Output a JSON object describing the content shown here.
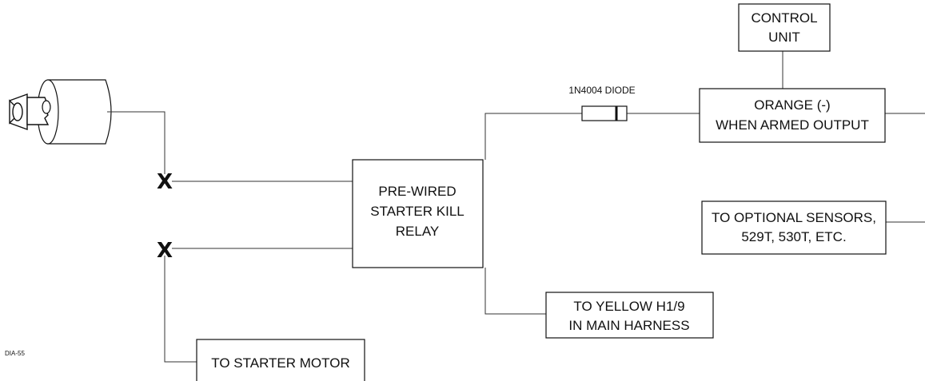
{
  "boxes": {
    "control_unit": [
      "CONTROL",
      "UNIT"
    ],
    "orange_output": [
      "ORANGE (-)",
      "WHEN ARMED OUTPUT"
    ],
    "relay": [
      "PRE-WIRED",
      "STARTER KILL",
      "RELAY"
    ],
    "optional_sensors": [
      "TO OPTIONAL SENSORS,",
      "529T, 530T, ETC."
    ],
    "yellow_h19": [
      "TO YELLOW H1/9",
      "IN MAIN HARNESS"
    ],
    "starter_motor": [
      "TO STARTER MOTOR"
    ]
  },
  "diode_label": "1N4004 DIODE",
  "cut_marks": [
    "X",
    "X"
  ],
  "figure_id": "DIA-55",
  "icons": [
    "ignition-key-icon",
    "diode-icon"
  ]
}
